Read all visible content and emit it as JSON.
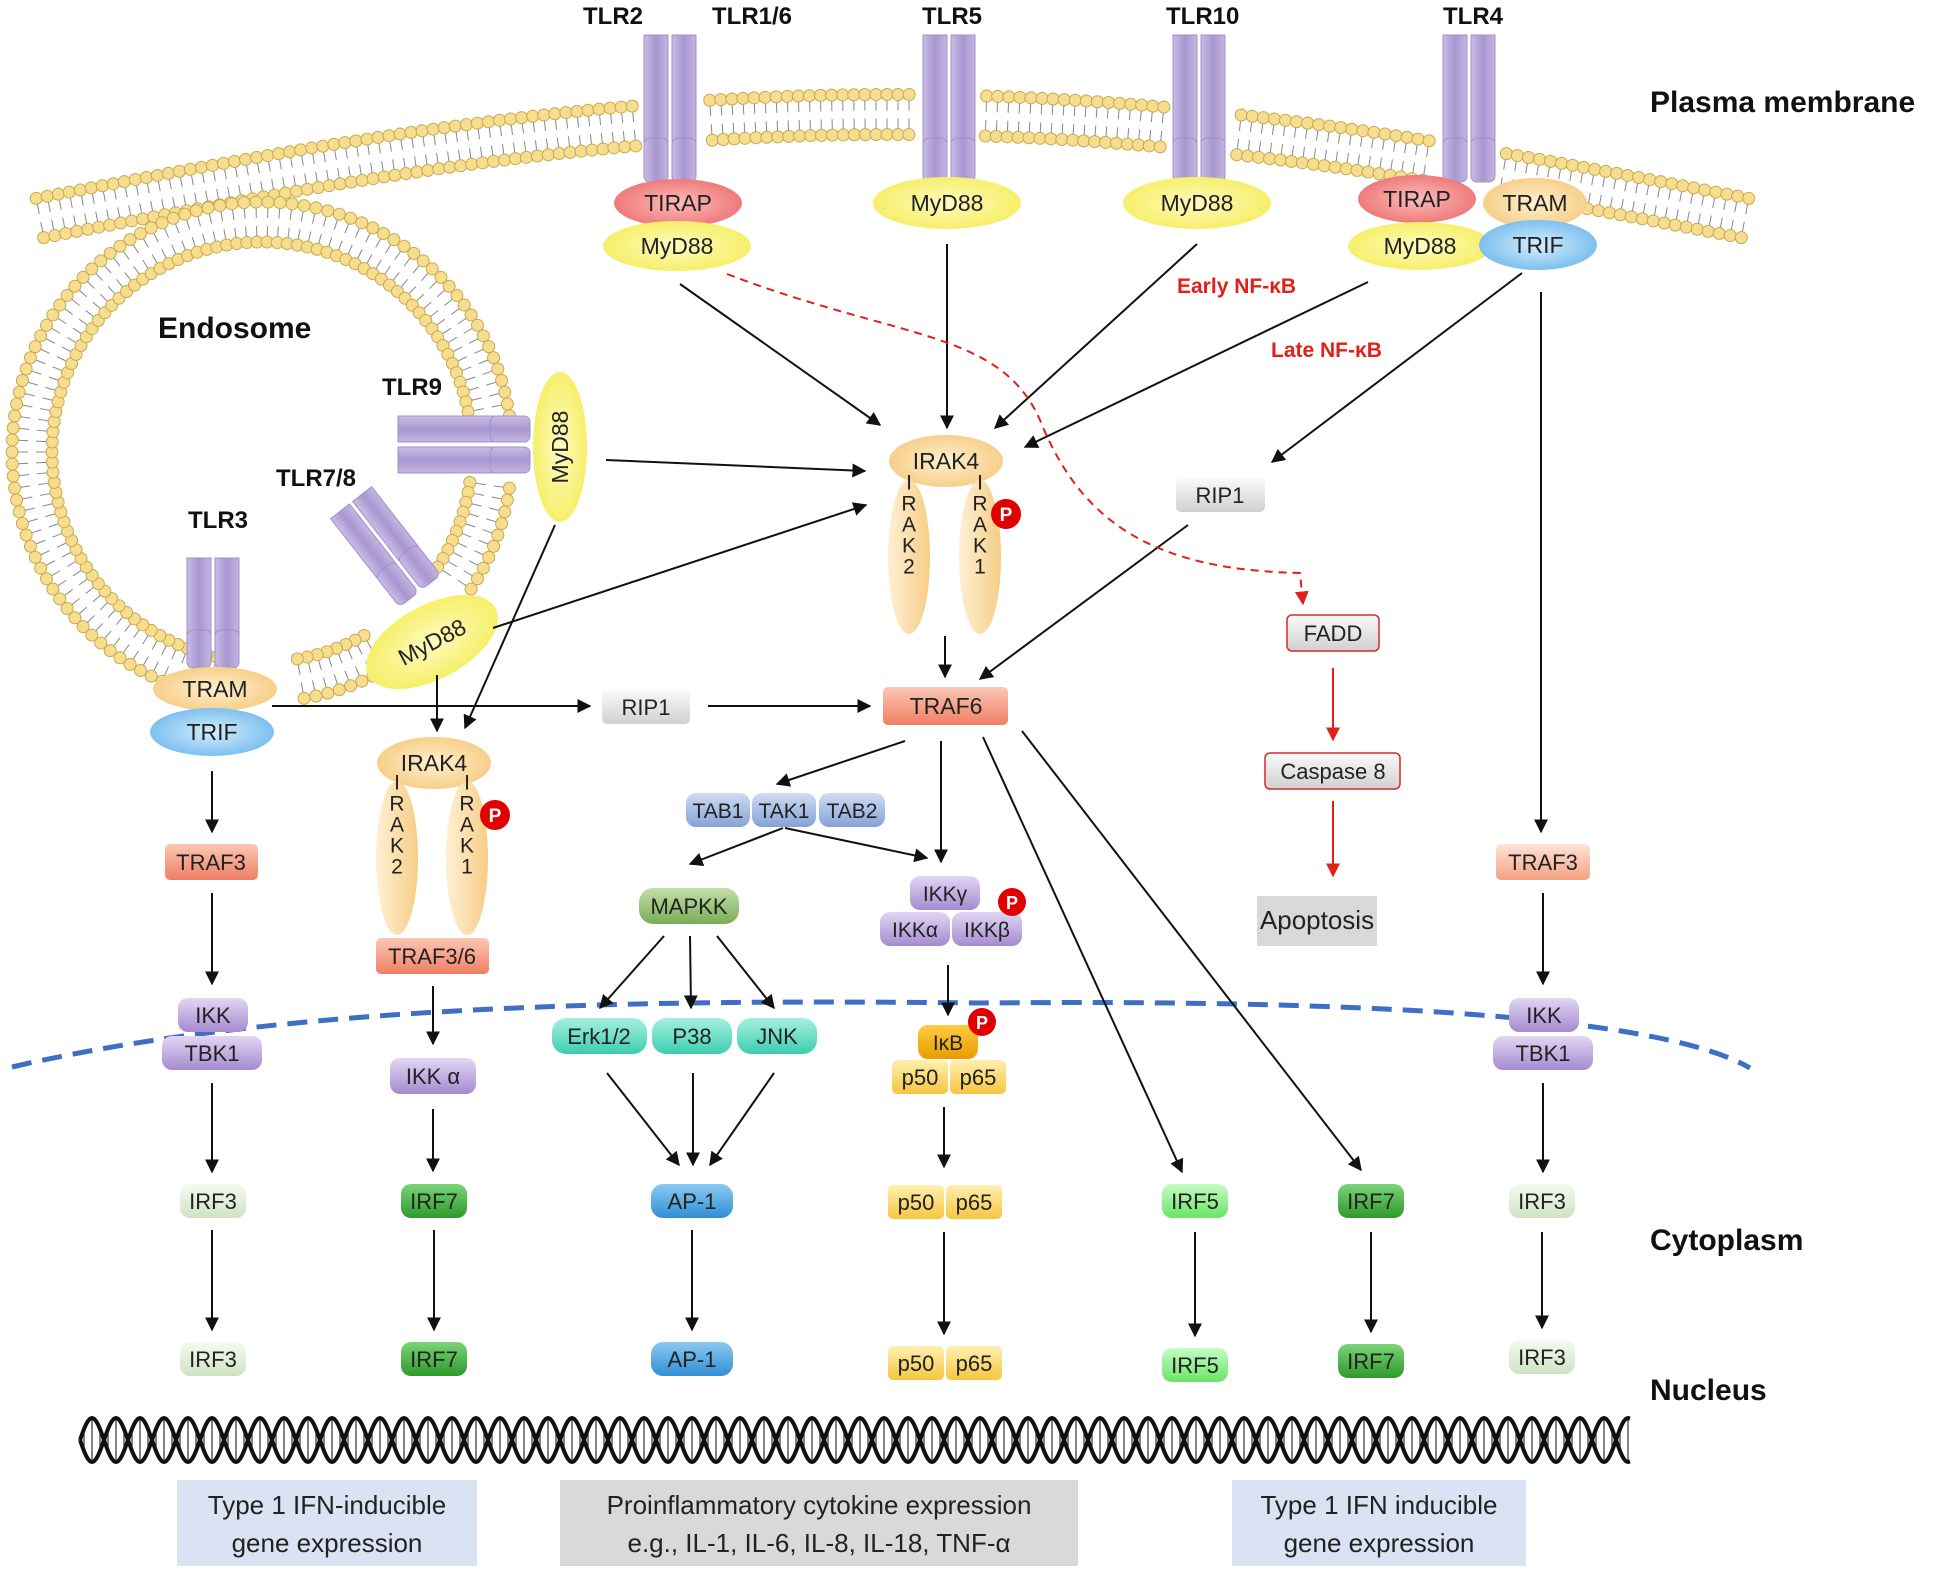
{
  "labels": {
    "plasma_membrane": "Plasma membrane",
    "endosome": "Endosome",
    "cytoplasm": "Cytoplasm",
    "nucleus": "Nucleus",
    "early_nfkb": "Early NF-κB",
    "late_nfkb": "Late NF-κB"
  },
  "receptors": {
    "tlr2": "TLR2",
    "tlr16": "TLR1/6",
    "tlr5": "TLR5",
    "tlr10": "TLR10",
    "tlr4": "TLR4",
    "tlr9": "TLR9",
    "tlr78": "TLR7/8",
    "tlr3": "TLR3"
  },
  "adaptors": {
    "tirap": "TIRAP",
    "myd88": "MyD88",
    "tram": "TRAM",
    "trif": "TRIF"
  },
  "nodes": {
    "irak4": "IRAK4",
    "irak2": "IRAK2",
    "irak1": "IRAK1",
    "p": "P",
    "rip1": "RIP1",
    "traf6": "TRAF6",
    "traf3": "TRAF3",
    "traf36": "TRAF3/6",
    "fadd": "FADD",
    "caspase8": "Caspase 8",
    "apoptosis": "Apoptosis",
    "tab1": "TAB1",
    "tak1": "TAK1",
    "tab2": "TAB2",
    "mapkk": "MAPKK",
    "erk": "Erk1/2",
    "p38": "P38",
    "jnk": "JNK",
    "ikkg": "IKKγ",
    "ikka": "IKKα",
    "ikkb": "IKKβ",
    "ikb": "IκB",
    "p50": "p50",
    "p65": "p65",
    "ikk": "IKK",
    "tbk1": "TBK1",
    "ikk_alpha": "IKK α",
    "irf3": "IRF3",
    "irf7": "IRF7",
    "irf5": "IRF5",
    "ap1": "AP-1"
  },
  "outputs": {
    "left": [
      "Type 1 IFN-inducible",
      "gene expression"
    ],
    "middle": [
      "Proinflammatory cytokine expression",
      "e.g., IL-1, IL-6, IL-8, IL-18, TNF-α"
    ],
    "right": [
      "Type 1 IFN inducible",
      "gene expression"
    ]
  },
  "colors": {
    "receptor": "#b3a2d4",
    "tirap": "#f08080",
    "myd88": "#fbf58a",
    "tram": "#fcdca0",
    "trif": "#8ec9f0",
    "irak": "#fcdca0",
    "traf": "#f5937a",
    "tab": "#9ab3df",
    "mapkk": "#90c070",
    "mapk": "#5ed8c0",
    "ikk": "#c0a8e0",
    "ikb": "#f5b000",
    "p50p65": "#fdd870",
    "irf3": "#e2efd9",
    "irf7": "#4fb84a",
    "irf5": "#8cf08a",
    "ap1": "#4aa8e8",
    "phospho": "#e00000",
    "dashed_red": "#e0201a",
    "nuclear": "#3d6fc4",
    "output_blue": "#dae3f3",
    "output_gray": "#d9d9d9"
  }
}
